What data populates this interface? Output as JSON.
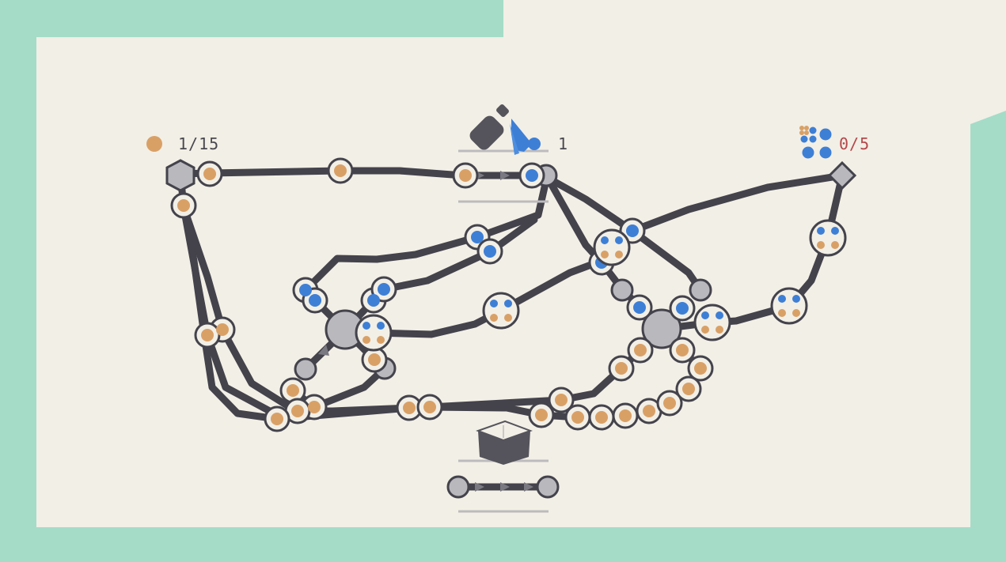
{
  "hud": {
    "left_counter": "1/15",
    "center_counter": "1",
    "right_counter": "0/5"
  },
  "colors": {
    "background": "#a4dcc8",
    "board": "#f2efe6",
    "track": "#44434c",
    "orange_cargo": "#d9a066",
    "blue_cargo": "#3e7fd6",
    "goal_text": "#b5474a"
  },
  "icons": {
    "orange_resource": "orange-dot-icon",
    "spray_can": "spray-can-icon",
    "goal_cluster": "blue-dot-cluster-icon",
    "box": "box-icon",
    "hexagon_source": "hexagon-icon",
    "diamond_goal": "diamond-icon"
  }
}
